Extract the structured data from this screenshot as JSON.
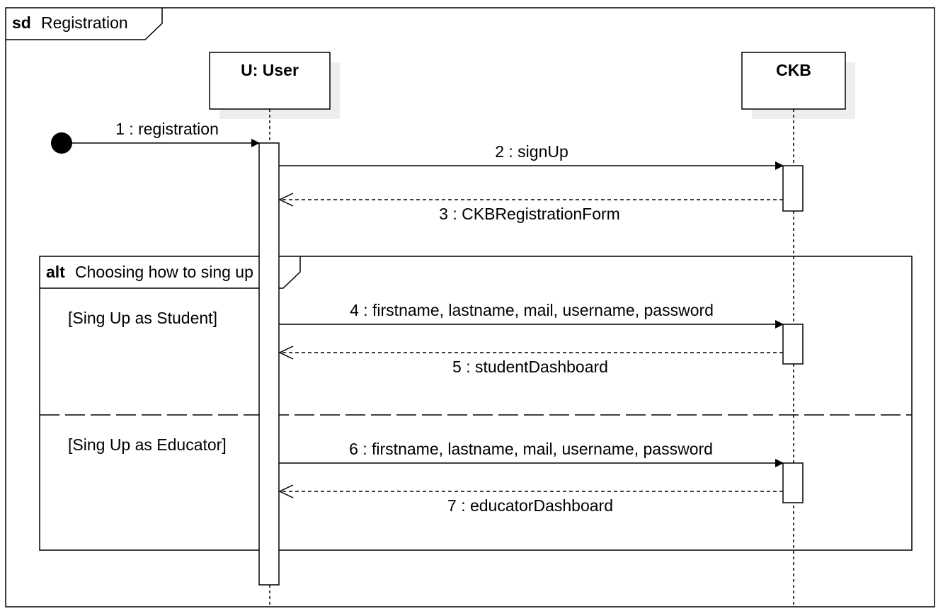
{
  "frame": {
    "keyword": "sd",
    "name": "Registration"
  },
  "lifelines": [
    {
      "id": "user",
      "label": "U: User"
    },
    {
      "id": "ckb",
      "label": "CKB"
    }
  ],
  "messages": [
    {
      "label": "1 : registration",
      "kind": "found"
    },
    {
      "label": "2 : signUp",
      "kind": "sync"
    },
    {
      "label": "3 : CKBRegistrationForm",
      "kind": "reply"
    },
    {
      "label": "4 : firstname, lastname, mail, username, password",
      "kind": "sync"
    },
    {
      "label": "5 : studentDashboard",
      "kind": "reply"
    },
    {
      "label": "6 : firstname, lastname, mail, username, password",
      "kind": "sync"
    },
    {
      "label": "7 : educatorDashboard",
      "kind": "reply"
    }
  ],
  "fragment": {
    "operator": "alt",
    "condition": "Choosing how to sing up",
    "operands": [
      {
        "guard": "[Sing Up as Student]"
      },
      {
        "guard": "[Sing Up as Educator]"
      }
    ]
  },
  "colors": {
    "line": "#000000",
    "shadow": "#eeeeee",
    "background": "#ffffff"
  }
}
